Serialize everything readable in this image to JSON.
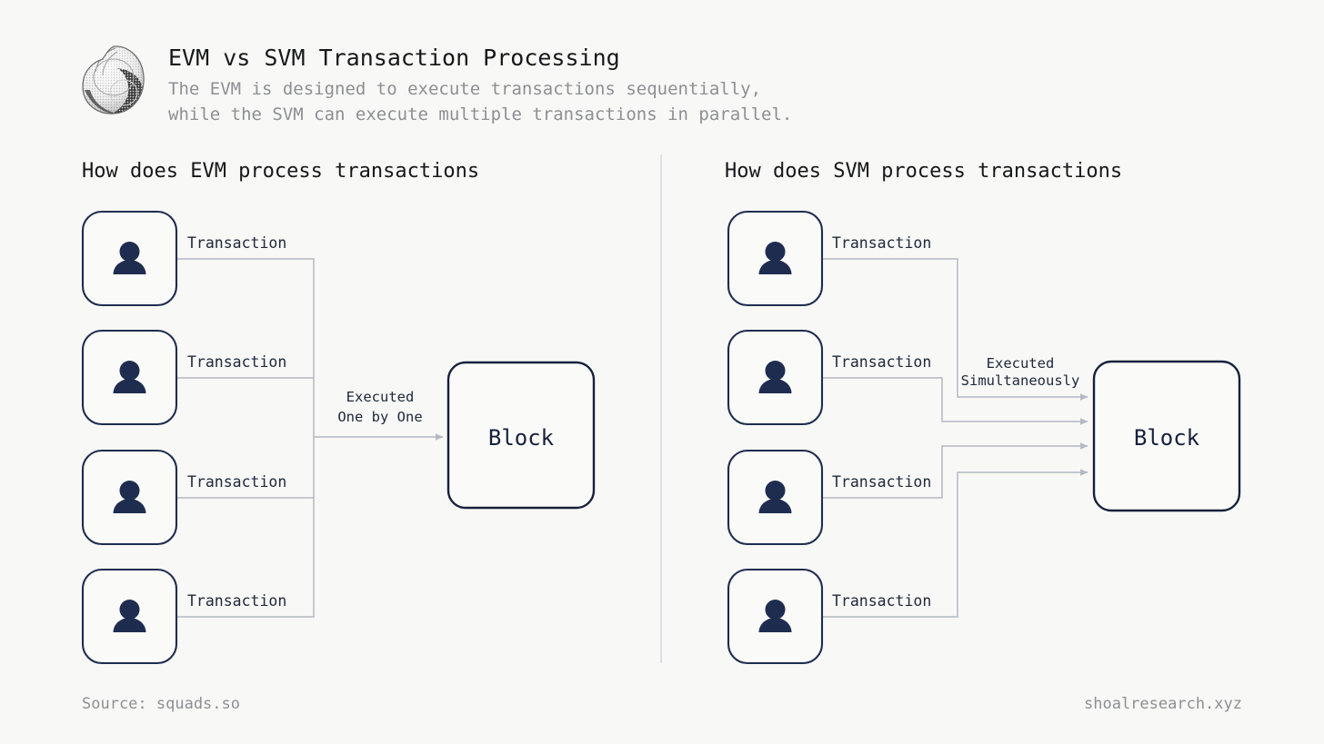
{
  "header": {
    "logo_icon": "seashell-logo",
    "title": "EVM vs SVM Transaction Processing",
    "subtitle_line1": "The EVM is designed to execute transactions sequentially,",
    "subtitle_line2": "while the SVM can execute multiple transactions in parallel."
  },
  "columns": {
    "evm": {
      "heading": "How does EVM process transactions",
      "node_icon": "person-icon",
      "transactions": [
        {
          "label": "Transaction"
        },
        {
          "label": "Transaction"
        },
        {
          "label": "Transaction"
        },
        {
          "label": "Transaction"
        }
      ],
      "edge_label_line1": "Executed",
      "edge_label_line2": "One by One",
      "block_label": "Block"
    },
    "svm": {
      "heading": "How does SVM process transactions",
      "node_icon": "person-icon",
      "transactions": [
        {
          "label": "Transaction"
        },
        {
          "label": "Transaction"
        },
        {
          "label": "Transaction"
        },
        {
          "label": "Transaction"
        }
      ],
      "edge_label_line1": "Executed",
      "edge_label_line2": "Simultaneously",
      "block_label": "Block"
    }
  },
  "footer": {
    "source": "Source: squads.so",
    "site": "shoalresearch.xyz"
  },
  "colors": {
    "background": "#f8f8f6",
    "navy": "#1e2d4f",
    "block_border": "#16213d",
    "wire": "#bcc1c9",
    "title": "#17181a",
    "muted": "#8d8f93",
    "divider": "#d9dde2"
  }
}
